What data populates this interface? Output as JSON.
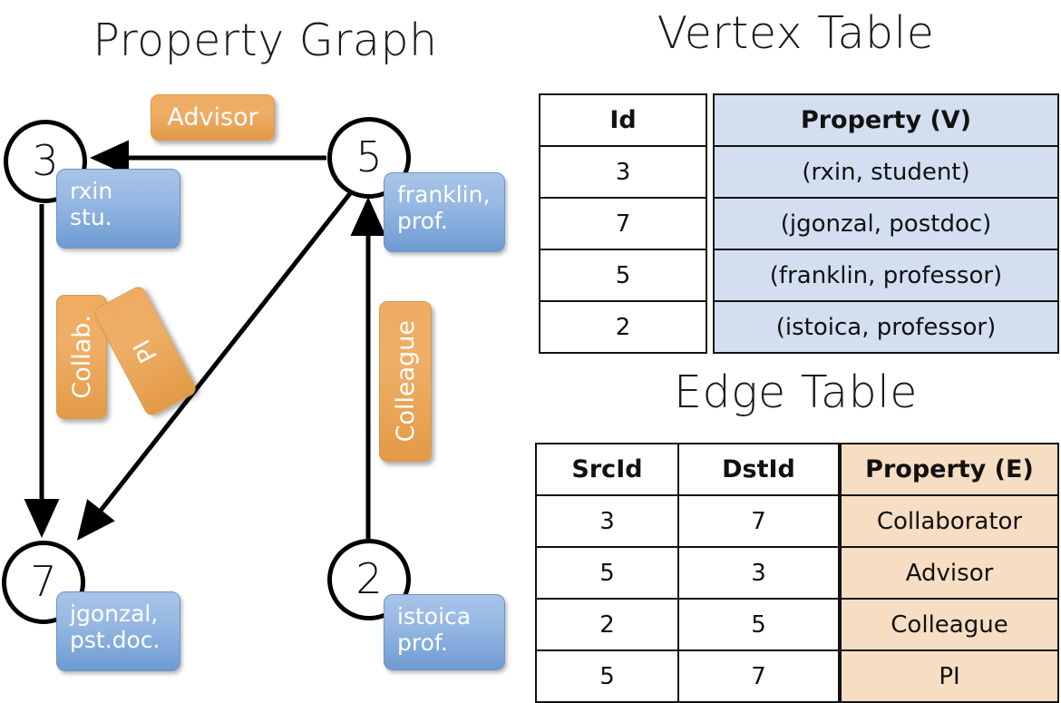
{
  "titles": {
    "graph": "Property Graph",
    "vertex_table": "Vertex Table",
    "edge_table": "Edge Table"
  },
  "graph": {
    "vertices": [
      {
        "id": "3",
        "property": "rxin\nstu."
      },
      {
        "id": "5",
        "property": "franklin,\nprof."
      },
      {
        "id": "7",
        "property": "jgonzal,\npst.doc."
      },
      {
        "id": "2",
        "property": "istoica\nprof."
      }
    ],
    "edge_labels": [
      {
        "name": "advisor",
        "text": "Advisor"
      },
      {
        "name": "collab",
        "text": "Collab."
      },
      {
        "name": "pi",
        "text": "PI"
      },
      {
        "name": "colleague",
        "text": "Colleague"
      }
    ]
  },
  "vertex_table": {
    "headers": {
      "id": "Id",
      "property": "Property (V)"
    },
    "rows": [
      {
        "id": "3",
        "property": "(rxin, student)"
      },
      {
        "id": "7",
        "property": "(jgonzal, postdoc)"
      },
      {
        "id": "5",
        "property": "(franklin, professor)"
      },
      {
        "id": "2",
        "property": "(istoica, professor)"
      }
    ]
  },
  "edge_table": {
    "headers": {
      "src": "SrcId",
      "dst": "DstId",
      "property": "Property (E)"
    },
    "rows": [
      {
        "src": "3",
        "dst": "7",
        "property": "Collaborator"
      },
      {
        "src": "5",
        "dst": "3",
        "property": "Advisor"
      },
      {
        "src": "2",
        "dst": "5",
        "property": "Colleague"
      },
      {
        "src": "5",
        "dst": "7",
        "property": "PI"
      }
    ]
  },
  "colors": {
    "vertex_property_fill": "#8fb4e0",
    "edge_label_fill": "#eda75c",
    "vertex_table_header": "#d3dff1",
    "edge_table_header": "#f7ddc2",
    "stroke": "#000000"
  }
}
